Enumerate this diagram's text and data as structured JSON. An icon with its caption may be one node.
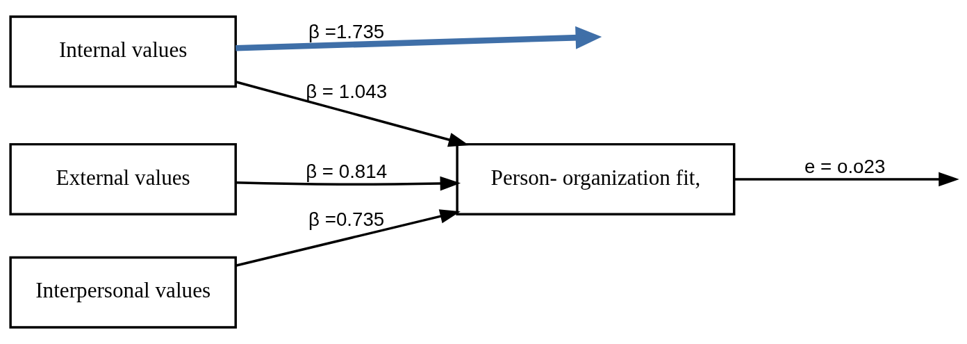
{
  "diagram": {
    "nodes": [
      {
        "text": [
          "Internal values"
        ]
      },
      {
        "text": [
          "External values"
        ]
      },
      {
        "text": [
          "Interpersonal values"
        ]
      },
      {
        "text": [
          "Person- organization fit,"
        ]
      }
    ],
    "edges": [
      {
        "from": 0,
        "to": null,
        "arrow": "to",
        "label": "β =1.735",
        "style": "thick",
        "color": "#3f6fa8"
      },
      {
        "from": 0,
        "to": 3,
        "arrow": "to",
        "label": "β = 1.043"
      },
      {
        "from": 1,
        "to": 3,
        "arrow": "to",
        "label": "β = 0.814"
      },
      {
        "from": 2,
        "to": 3,
        "arrow": "to",
        "label": "β =0.735"
      },
      {
        "from": 3,
        "to": null,
        "arrow": "to",
        "label": "e = o.o23"
      }
    ]
  }
}
